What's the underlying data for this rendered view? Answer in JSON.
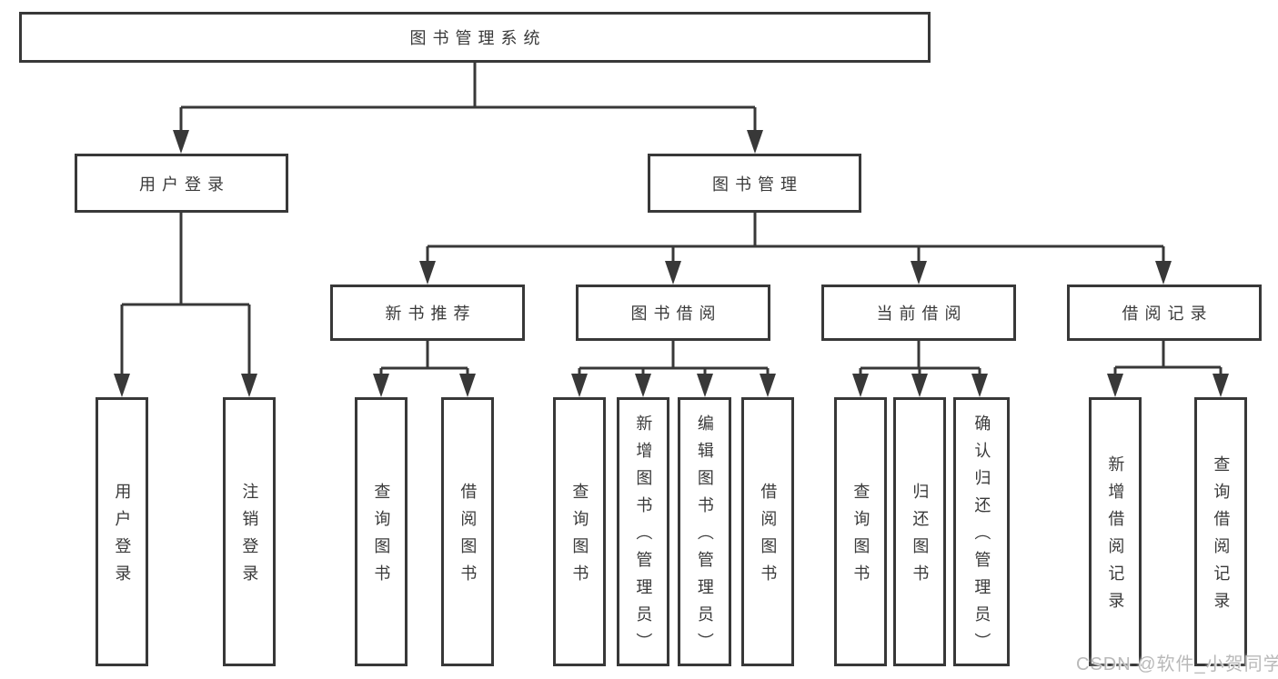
{
  "diagram": {
    "type": "hierarchy-tree",
    "root": {
      "label": "图书管理系统",
      "children": [
        {
          "label": "用户登录",
          "children": [
            {
              "label": "用户登录"
            },
            {
              "label": "注销登录"
            }
          ]
        },
        {
          "label": "图书管理",
          "children": [
            {
              "label": "新书推荐",
              "children": [
                {
                  "label": "查询图书"
                },
                {
                  "label": "借阅图书"
                }
              ]
            },
            {
              "label": "图书借阅",
              "children": [
                {
                  "label": "查询图书"
                },
                {
                  "label": "新增图书（管理员）"
                },
                {
                  "label": "编辑图书（管理员）"
                },
                {
                  "label": "借阅图书"
                }
              ]
            },
            {
              "label": "当前借阅",
              "children": [
                {
                  "label": "查询图书"
                },
                {
                  "label": "归还图书"
                },
                {
                  "label": "确认归还（管理员）"
                }
              ]
            },
            {
              "label": "借阅记录",
              "children": [
                {
                  "label": "新增借阅记录"
                },
                {
                  "label": "查询借阅记录"
                }
              ]
            }
          ]
        }
      ]
    }
  },
  "colors": {
    "line": "#383838",
    "text": "#3a3a3a",
    "background": "#ffffff",
    "watermark": "#b9b9b9"
  },
  "watermark": {
    "text": "CSDN @软件_小贺同学"
  }
}
